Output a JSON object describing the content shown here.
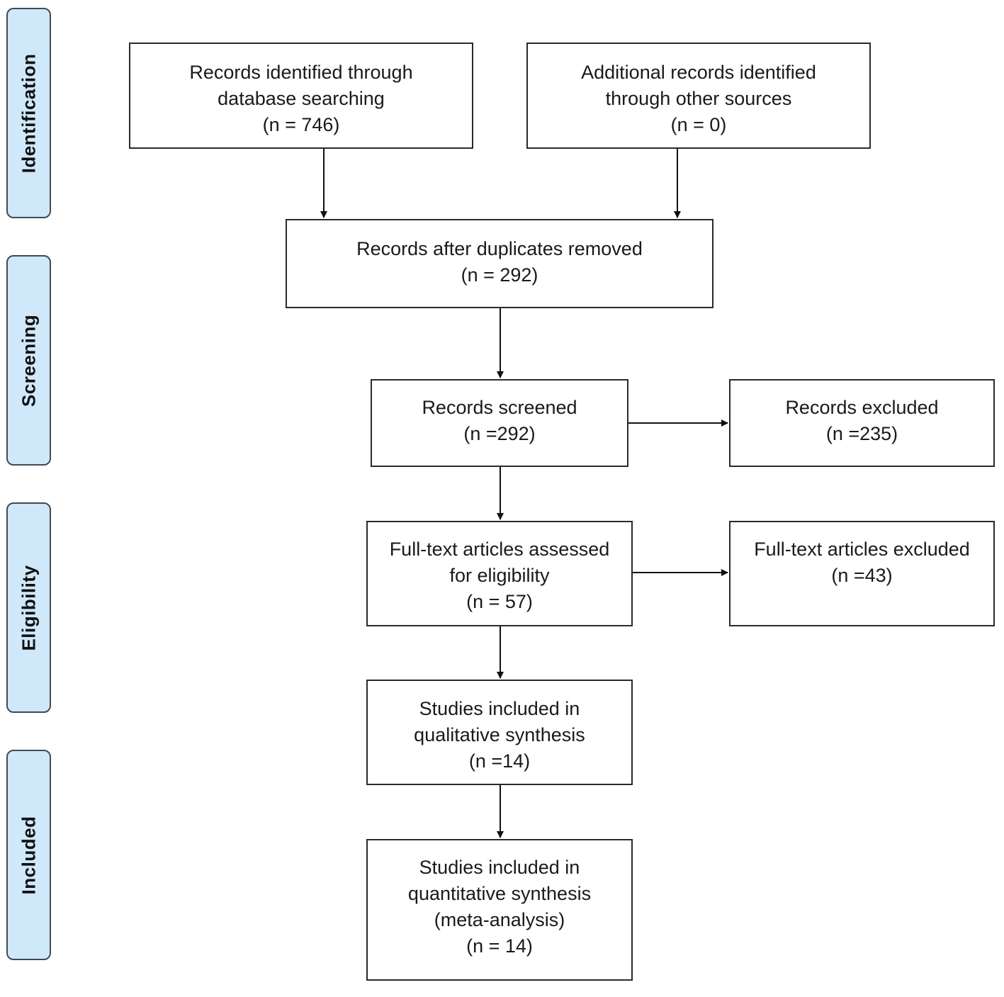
{
  "stages": [
    {
      "id": "identification",
      "label": "Identification"
    },
    {
      "id": "screening",
      "label": "Screening"
    },
    {
      "id": "eligibility",
      "label": "Eligibility"
    },
    {
      "id": "included",
      "label": "Included"
    }
  ],
  "boxes": {
    "db_search": {
      "lines": [
        "Records identified through",
        "database searching",
        "(n = 746)"
      ]
    },
    "other_sources": {
      "lines": [
        "Additional records identified",
        "through other sources",
        "(n = 0)"
      ]
    },
    "duplicates_removed": {
      "lines": [
        "Records after duplicates removed",
        "(n = 292)"
      ]
    },
    "screened": {
      "lines": [
        "Records screened",
        "(n =292)"
      ]
    },
    "excluded": {
      "lines": [
        "Records excluded",
        "(n =235)"
      ]
    },
    "fulltext_assessed": {
      "lines": [
        "Full-text articles assessed",
        "for eligibility",
        "(n = 57)"
      ]
    },
    "fulltext_excluded": {
      "lines": [
        "Full-text articles excluded",
        "(n =43)"
      ]
    },
    "qualitative": {
      "lines": [
        "Studies included in",
        "qualitative synthesis",
        "(n =14)"
      ]
    },
    "quantitative": {
      "lines": [
        "Studies included in",
        "quantitative synthesis",
        "(meta-analysis)",
        "(n = 14)"
      ]
    }
  }
}
